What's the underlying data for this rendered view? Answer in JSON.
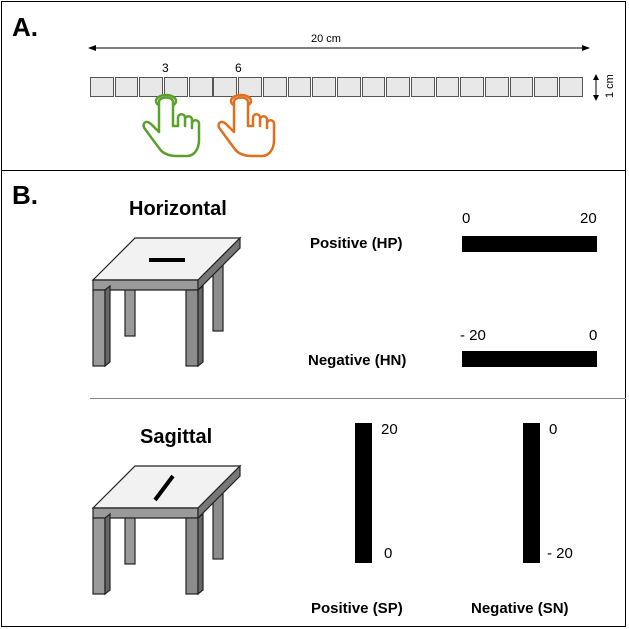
{
  "panel_a": {
    "label": "A.",
    "length_label": "20 cm",
    "width_label": "1 cm",
    "ruler_cells": 20,
    "marks": [
      {
        "number": "3",
        "color": "#5aa02c"
      },
      {
        "number": "6",
        "color": "#e07020"
      }
    ]
  },
  "panel_b": {
    "label": "B.",
    "horizontal": {
      "title": "Horizontal",
      "positive": {
        "label": "Positive (HP)",
        "start": "0",
        "end": "20"
      },
      "negative": {
        "label": "Negative (HN)",
        "start": "- 20",
        "end": "0"
      }
    },
    "sagittal": {
      "title": "Sagittal",
      "positive": {
        "label": "Positive (SP)",
        "top": "20",
        "bottom": "0"
      },
      "negative": {
        "label": "Negative (SN)",
        "top": "0",
        "bottom": "- 20"
      }
    }
  },
  "colors": {
    "green_hand": "#5aa02c",
    "orange_hand": "#e07020",
    "table_gray": "#8c8c8c",
    "ruler_fill": "#e8e8e8"
  }
}
